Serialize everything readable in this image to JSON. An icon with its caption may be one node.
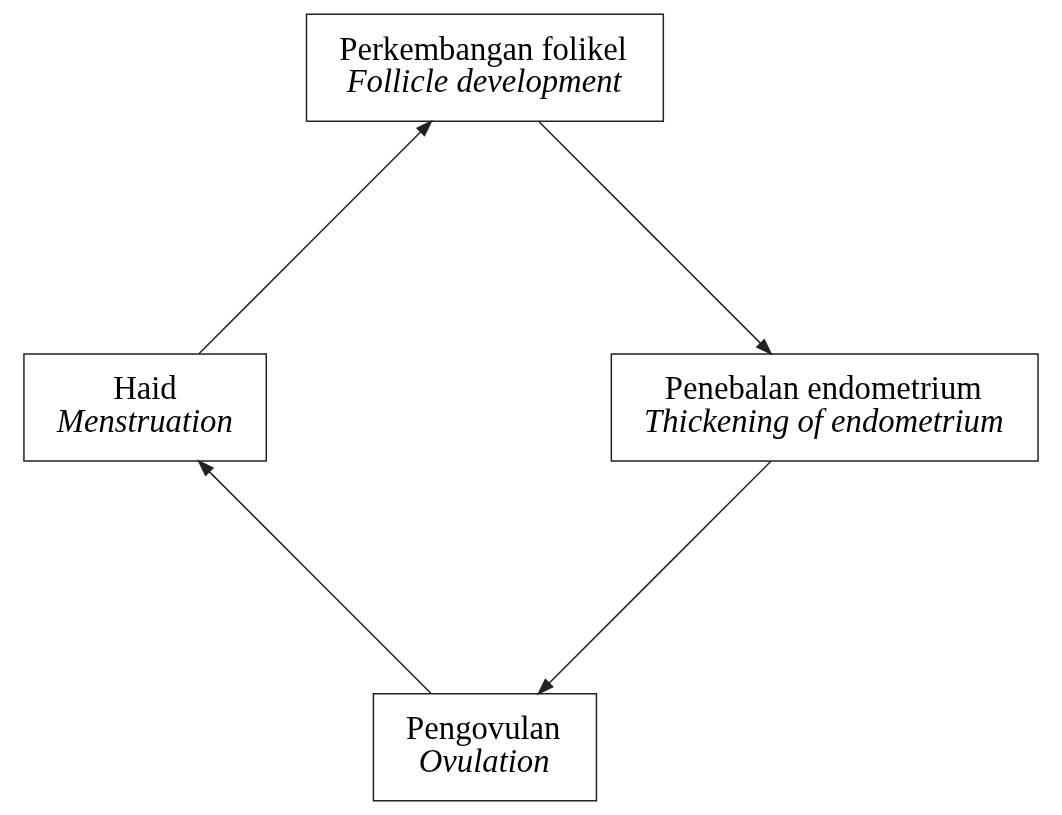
{
  "diagram": {
    "nodes": [
      {
        "text": [
          "Pengovulan",
          "Ovulation"
        ]
      },
      {
        "text": [
          "Haid",
          "Menstruation"
        ]
      },
      {
        "text": [
          "Perkembangan folikel",
          "Follicle development"
        ]
      },
      {
        "text": [
          "Penebalan endometrium",
          "Thickening of endometrium"
        ]
      }
    ],
    "edges": [
      {
        "from": 0,
        "to": 1,
        "arrow": "to"
      },
      {
        "from": 1,
        "to": 2,
        "arrow": "to"
      },
      {
        "from": 2,
        "to": 3,
        "arrow": "to"
      },
      {
        "from": 3,
        "to": 0,
        "arrow": "to"
      }
    ]
  }
}
